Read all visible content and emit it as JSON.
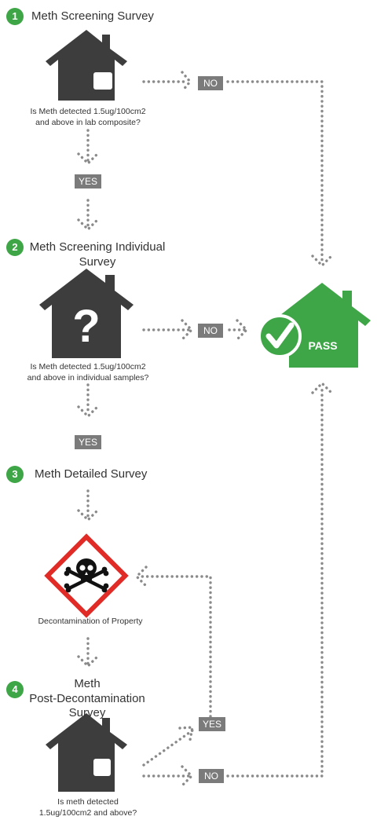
{
  "steps": [
    {
      "number": "1",
      "title": "Meth Screening Survey",
      "question": [
        "Is Meth detected 1.5ug/100cm2",
        "and above in lab composite?"
      ]
    },
    {
      "number": "2",
      "title": [
        "Meth Screening Individual",
        "Survey"
      ],
      "question": [
        "Is Meth detected 1.5ug/100cm2",
        "and above in individual samples?"
      ]
    },
    {
      "number": "3",
      "title": "Meth Detailed Survey"
    },
    {
      "number": "4",
      "title": [
        "Meth",
        "Post-Decontamination",
        "Survey"
      ],
      "question": [
        "Is meth detected",
        "1.5ug/100cm2 and above?"
      ]
    }
  ],
  "decontamination_label": "Decontamination of Property",
  "labels": {
    "yes": "YES",
    "no": "NO"
  },
  "pass_label": "PASS",
  "colors": {
    "house": "#3d3d3d",
    "green": "#3ea646",
    "dots": "#8a8a8a",
    "badge": "#7b7b7b",
    "hazard_red": "#e02b27"
  }
}
